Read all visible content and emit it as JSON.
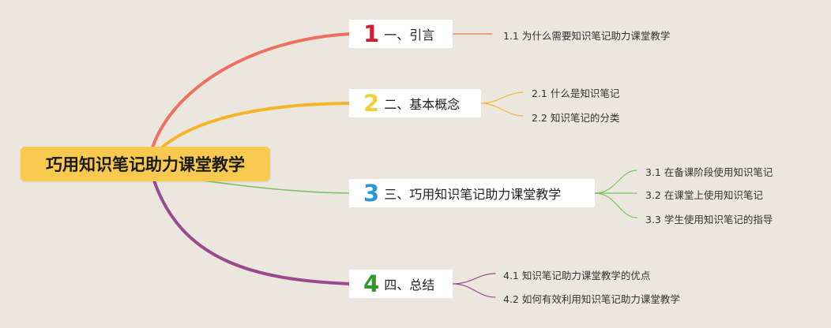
{
  "root": {
    "title": "巧用知识笔记助力课堂教学"
  },
  "branches": [
    {
      "number": "1",
      "title": "一、引言",
      "color": "#ef7060",
      "number_color": "#d01e35",
      "children": [
        "1.1 为什么需要知识笔记助力课堂教学"
      ]
    },
    {
      "number": "2",
      "title": "二、基本概念",
      "color": "#f5b528",
      "number_color": "#f0cf3c",
      "children": [
        "2.1 什么是知识笔记",
        "2.2 知识笔记的分类"
      ]
    },
    {
      "number": "3",
      "title": "三、巧用知识笔记助力课堂教学",
      "color": "#79c163",
      "number_color": "#2a96d8",
      "children": [
        "3.1 在备课阶段使用知识笔记",
        "3.2 在课堂上使用知识笔记",
        "3.3 学生使用知识笔记的指导"
      ]
    },
    {
      "number": "4",
      "title": "四、总结",
      "color": "#9b4a8d",
      "number_color": "#2f9a2a",
      "children": [
        "4.1 知识笔记助力课堂教学的优点",
        "4.2 如何有效利用知识笔记助力课堂教学"
      ]
    }
  ]
}
